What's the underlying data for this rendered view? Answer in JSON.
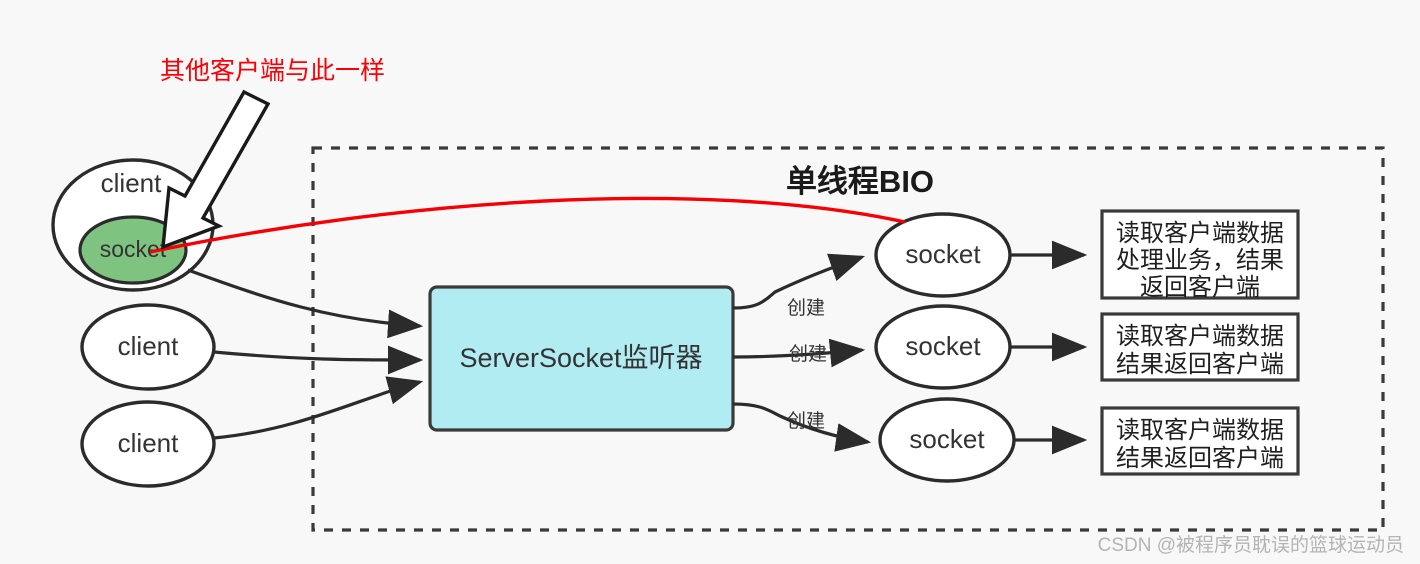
{
  "meta": {
    "background_color": "#f8f8f8",
    "stroke_color": "#2b2b2b"
  },
  "annotation": {
    "text": "其他客户端与此一样",
    "color": "#fb0007",
    "arrow_name": "callout-arrow"
  },
  "group": {
    "title": "单线程BIO",
    "border_style": "dashed"
  },
  "clients": [
    {
      "label": "client",
      "inner_label": "socket",
      "inner_color": "#7fc380",
      "has_socket": true
    },
    {
      "label": "client",
      "has_socket": false
    },
    {
      "label": "client",
      "has_socket": false
    }
  ],
  "server": {
    "label": "ServerSocket监听器",
    "fill": "#b2ecf3"
  },
  "create_labels": [
    "创建",
    "创建",
    "创建"
  ],
  "sockets": [
    {
      "label": "socket"
    },
    {
      "label": "socket"
    },
    {
      "label": "socket"
    }
  ],
  "handlers": [
    {
      "lines": [
        "读取客户端数据",
        "处理业务，结果",
        "返回客户端"
      ]
    },
    {
      "lines": [
        "读取客户端数据",
        "结果返回客户端"
      ]
    },
    {
      "lines": [
        "读取客户端数据",
        "结果返回客户端"
      ]
    }
  ],
  "watermark": {
    "text": "CSDN @被程序员耽误的篮球运动员"
  }
}
